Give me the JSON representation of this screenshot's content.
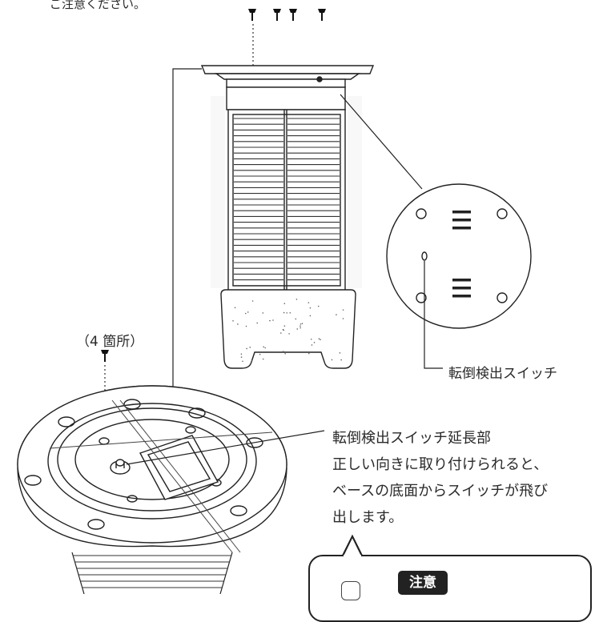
{
  "top_note": "ご注意ください。",
  "screw_count_label": "（4 箇所）",
  "tilt_switch_label": "転倒検出スイッチ",
  "switch_extension": {
    "title": "転倒検出スイッチ延長部",
    "lines": [
      "正しい向きに取り付けられると、",
      "ベースの底面からスイッチが飛び",
      "出します。"
    ]
  },
  "caution": {
    "badge": "注意"
  },
  "icons": [
    "screw-icon",
    "caution-icon"
  ]
}
